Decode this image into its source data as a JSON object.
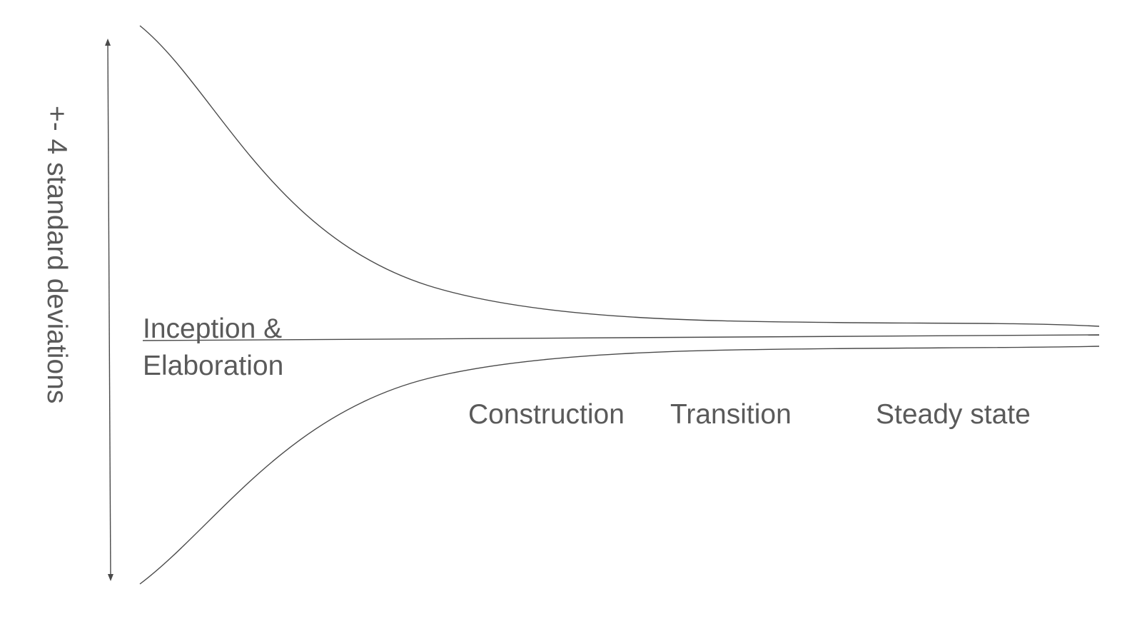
{
  "diagram": {
    "y_axis_label": "+- 4 standard deviations",
    "phase_labels": {
      "inception_line1": "Inception &",
      "inception_line2": "Elaboration",
      "construction": "Construction",
      "transition": "Transition",
      "steady_state": "Steady state"
    },
    "colors": {
      "stroke": "#4a4a4a",
      "text": "#5a5a5a",
      "background": "#ffffff"
    }
  }
}
